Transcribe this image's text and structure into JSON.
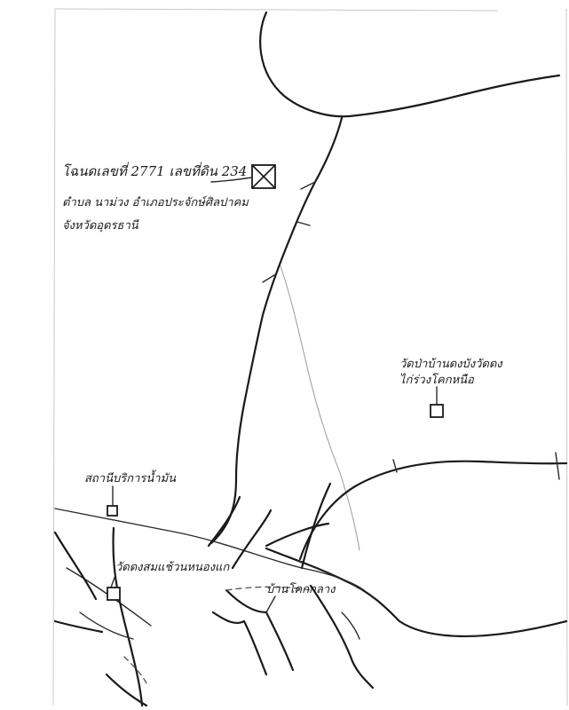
{
  "deed": {
    "line1": "โฉนดเลขที่ 2771 เลขที่ดิน 234",
    "line2": "ตำบล นาม่วง อำเภอประจักษ์ศิลปาคม",
    "line3": "จังหวัดอุดรธานี"
  },
  "landmarks": {
    "temple_north_line1": "วัดป่าบ้านดงบังวัดดง",
    "temple_north_line2": "ไก่ร่วงโคกหนือ",
    "gas_station": "สถานีบริการน้ำมัน",
    "temple_south": "วัดดงสมแช้วนหนองแก",
    "village": "บ้านโคกกลาง"
  },
  "icons": {
    "deed_marker": "plot-marker-x-icon",
    "temple_marker": "square-marker-icon"
  }
}
